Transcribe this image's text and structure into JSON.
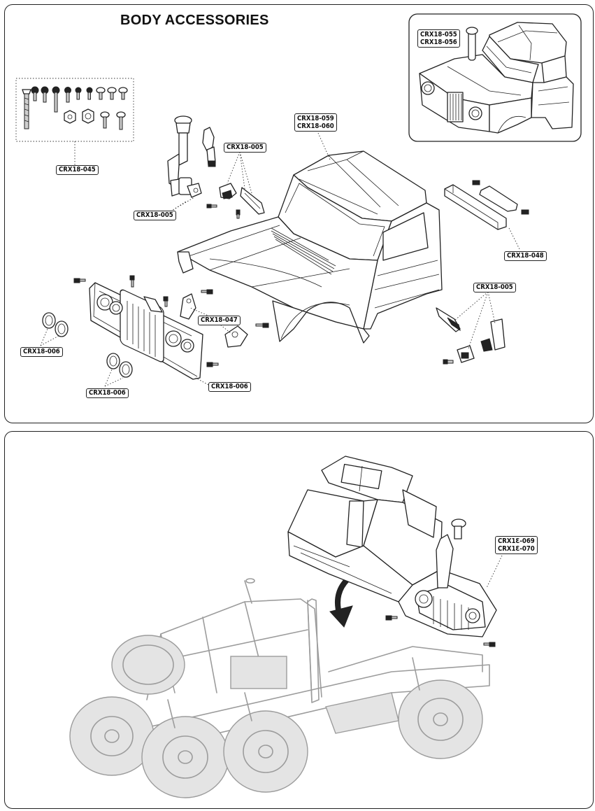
{
  "title": "BODY ACCESSORIES",
  "labels": {
    "inset_055": "CRX18-055",
    "inset_056": "CRX18-056",
    "hardware_045": "CRX18-045",
    "body_059": "CRX18-059",
    "body_060": "CRX18-060",
    "snorkel_005_top": "CRX18-005",
    "snorkel_005_bottom": "CRX18-005",
    "bar_048": "CRX18-048",
    "mirror_005_right": "CRX18-005",
    "mount_047": "CRX18-047",
    "light_006_left": "CRX18-006",
    "light_006_bottom": "CRX18-006",
    "grille_006": "CRX18-006",
    "body_069": "CRX1Ɛ-069",
    "body_070": "CRX1Ɛ-070"
  }
}
